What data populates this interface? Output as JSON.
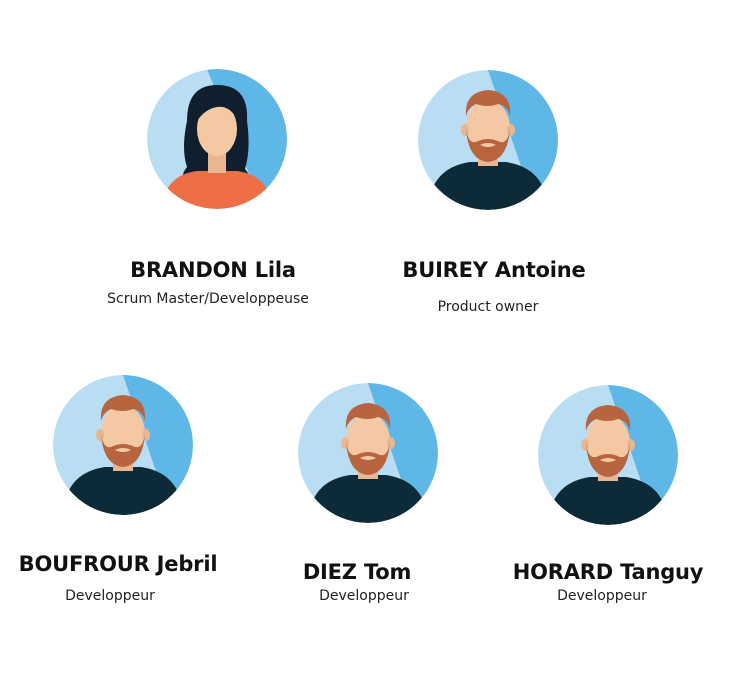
{
  "colors": {
    "avatar_bg_light": "#b9ddf3",
    "avatar_bg_accent": "#5fb7e8",
    "skin": "#f3c8a2",
    "hair_male": "#b7643f",
    "beard": "#b7643f",
    "shirt_male": "#0d2a38",
    "hair_female": "#0f1f2e",
    "shirt_female": "#ee6f45"
  },
  "team": [
    {
      "name": "BRANDON Lila",
      "role": "Scrum Master/Developpeuse",
      "avatar_icon": "female-avatar-icon"
    },
    {
      "name": "BUIREY Antoine",
      "role": "Product owner",
      "avatar_icon": "male-bearded-avatar-icon"
    },
    {
      "name": "BOUFROUR Jebril",
      "role": "Developpeur",
      "avatar_icon": "male-bearded-avatar-icon"
    },
    {
      "name": "DIEZ Tom",
      "role": "Developpeur",
      "avatar_icon": "male-bearded-avatar-icon"
    },
    {
      "name": "HORARD Tanguy",
      "role": "Developpeur",
      "avatar_icon": "male-bearded-avatar-icon"
    }
  ]
}
